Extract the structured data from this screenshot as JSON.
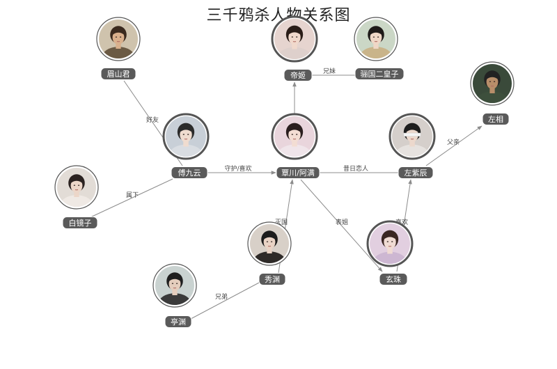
{
  "title": "三千鸦杀人物关系图",
  "nodes": [
    {
      "id": "meishanjun",
      "label": "眉山君"
    },
    {
      "id": "diji",
      "label": "帝姬"
    },
    {
      "id": "liguo",
      "label": "骊国二皇子"
    },
    {
      "id": "zuoxiang",
      "label": "左相"
    },
    {
      "id": "fujiuyun",
      "label": "傅九云"
    },
    {
      "id": "zhuanchuan",
      "label": "覃川/阿满"
    },
    {
      "id": "zuozichen",
      "label": "左紫辰"
    },
    {
      "id": "baijingzi",
      "label": "白镜子"
    },
    {
      "id": "xiuyuan",
      "label": "秀渊"
    },
    {
      "id": "xuanzhu",
      "label": "玄珠"
    },
    {
      "id": "tingyuan",
      "label": "亭渊"
    }
  ],
  "edges": [
    {
      "from": "meishanjun",
      "to": "fujiuyun",
      "label": "好友",
      "arrow": false
    },
    {
      "from": "diji",
      "to": "liguo",
      "label": "兄妹",
      "arrow": false
    },
    {
      "from": "zhuanchuan",
      "to": "diji",
      "label": "",
      "arrow": true
    },
    {
      "from": "fujiuyun",
      "to": "zhuanchuan",
      "label": "守护/喜欢",
      "arrow": true
    },
    {
      "from": "zhuanchuan",
      "to": "zuozichen",
      "label": "昔日恋人",
      "arrow": false
    },
    {
      "from": "zuozichen",
      "to": "zuoxiang",
      "label": "父亲",
      "arrow": true
    },
    {
      "from": "fujiuyun",
      "to": "baijingzi",
      "label": "属下",
      "arrow": false
    },
    {
      "from": "xiuyuan",
      "to": "zhuanchuan",
      "label": "灭国",
      "arrow": true
    },
    {
      "from": "zhuanchuan",
      "to": "xuanzhu",
      "label": "表姐",
      "arrow": true
    },
    {
      "from": "xuanzhu",
      "to": "zuozichen",
      "label": "喜欢",
      "arrow": true
    },
    {
      "from": "tingyuan",
      "to": "xiuyuan",
      "label": "兄弟",
      "arrow": false
    }
  ]
}
